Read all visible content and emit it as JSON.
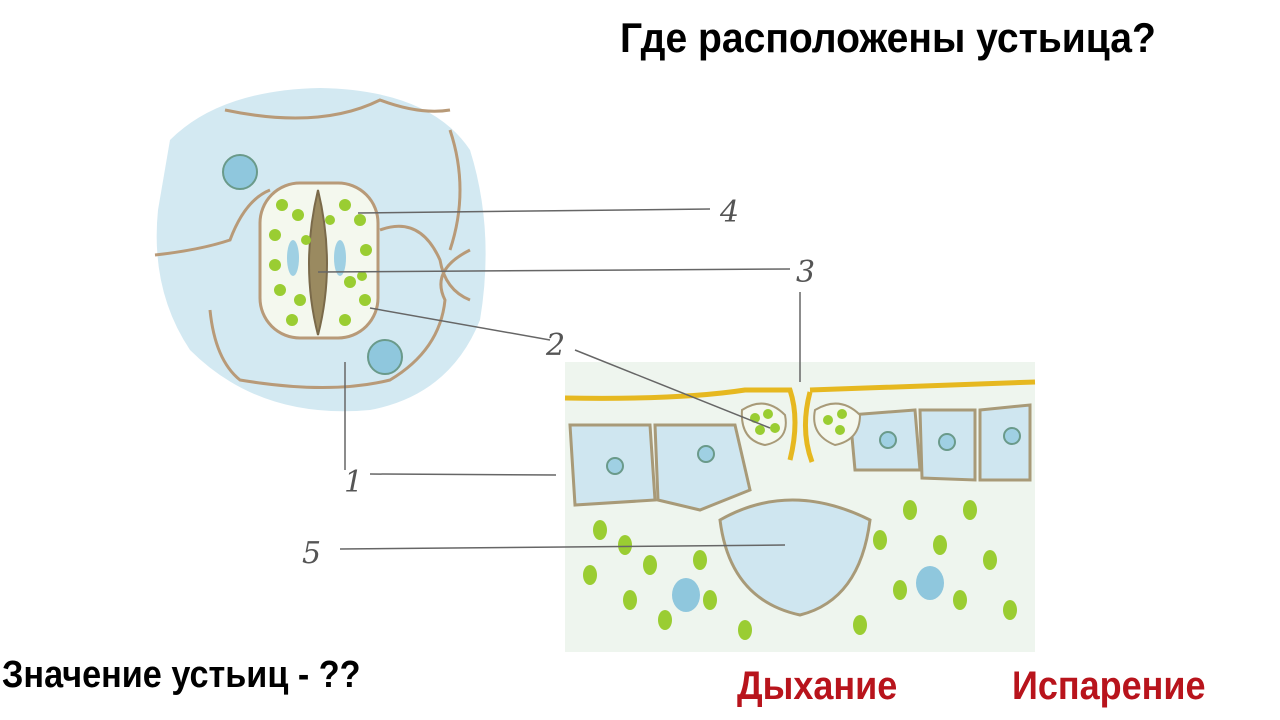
{
  "slide": {
    "title": "Где расположены устьица?",
    "question": "Значение устьиц  - ??",
    "answers": [
      "Дыхание",
      "Испарение"
    ]
  },
  "diagram": {
    "labels": [
      "1",
      "2",
      "3",
      "4",
      "5"
    ]
  },
  "colors": {
    "answer": "#b8141c",
    "cell_fill": "#cfe6f0",
    "chloroplast": "#9acd32",
    "cuticle": "#e6b820"
  }
}
